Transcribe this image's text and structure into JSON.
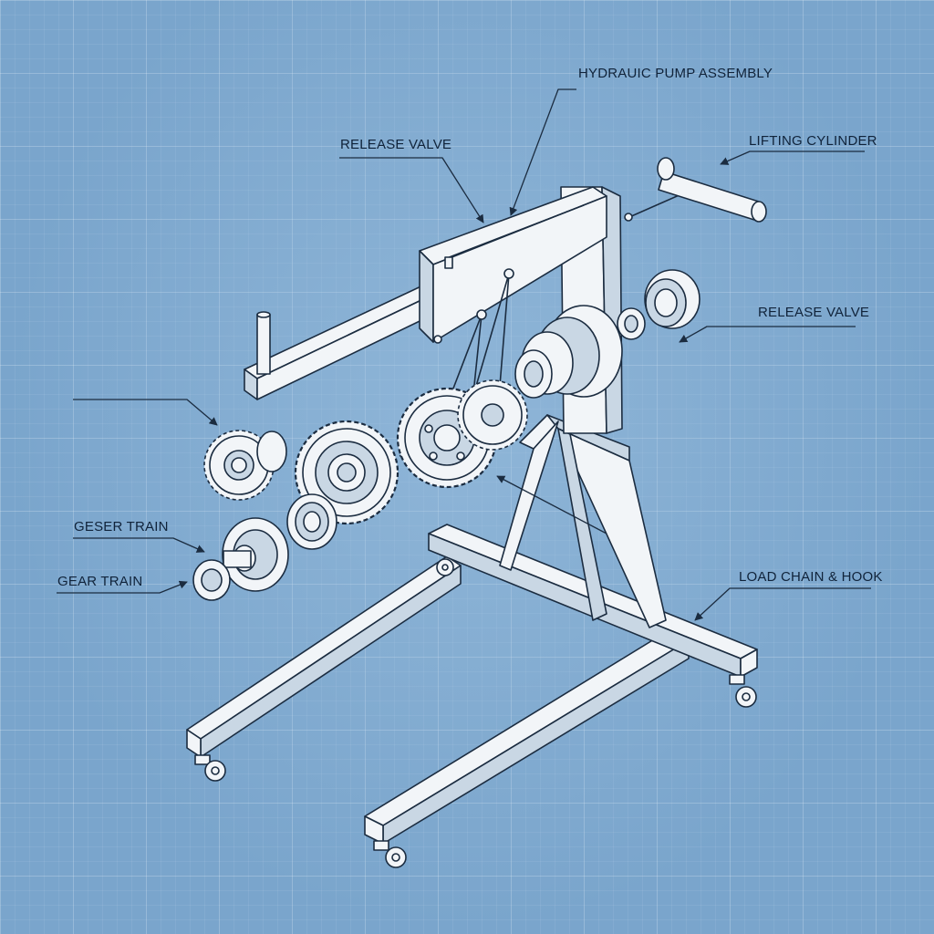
{
  "labels": {
    "hydraulic_pump_assembly": "HYDRAUIC PUMP ASSEMBLY",
    "release_valve_top": "RELEASE VALVE",
    "lifting_cylinder": "LIFTING CYLINDER",
    "release_valve_right": "RELEASE VALVE",
    "geser_train": "GESER TRAIN",
    "gear_train": "GEAR TRAIN",
    "load_chain_hook": "LOAD CHAIN & HOOK"
  },
  "colors": {
    "background": "#7aa5cc",
    "line": "#1b2c40",
    "part_fill": "#f2f5f8",
    "part_shade": "#c9d7e4"
  }
}
